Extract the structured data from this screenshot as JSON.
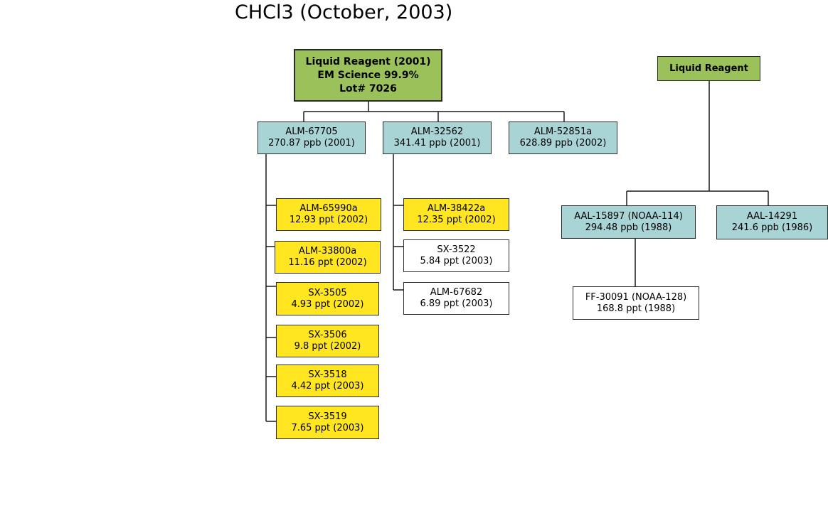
{
  "title": "CHCl3 (October, 2003)",
  "colors": {
    "reagent": "#9bc15a",
    "primary": "#a9d4d6",
    "secondary": "#ffe620",
    "tertiary": "#ffffff"
  },
  "left_tree": {
    "root": {
      "line1": "Liquid Reagent (2001)",
      "line2": "EM Science 99.9%",
      "line3": "Lot# 7026"
    },
    "primaries": [
      {
        "id": "ALM-67705",
        "value": "270.87 ppb (2001)"
      },
      {
        "id": "ALM-32562",
        "value": "341.41 ppb (2001)"
      },
      {
        "id": "ALM-52851a",
        "value": "628.89 ppb (2002)"
      }
    ],
    "col1": [
      {
        "id": "ALM-65990a",
        "value": "12.93 ppt (2002)"
      },
      {
        "id": "ALM-33800a",
        "value": "11.16 ppt (2002)"
      },
      {
        "id": "SX-3505",
        "value": "4.93 ppt (2002)"
      },
      {
        "id": "SX-3506",
        "value": "9.8 ppt (2002)"
      },
      {
        "id": "SX-3518",
        "value": "4.42 ppt (2003)"
      },
      {
        "id": "SX-3519",
        "value": "7.65 ppt (2003)"
      }
    ],
    "col2": [
      {
        "id": "ALM-38422a",
        "value": "12.35 ppt (2002)"
      },
      {
        "id": "SX-3522",
        "value": "5.84 ppt (2003)"
      },
      {
        "id": "ALM-67682",
        "value": "6.89 ppt (2003)"
      }
    ]
  },
  "right_tree": {
    "root": "Liquid Reagent",
    "children": [
      {
        "id": "AAL-15897 (NOAA-114)",
        "value": "294.48 ppb (1988)"
      },
      {
        "id": "AAL-14291",
        "value": "241.6 ppb (1986)"
      }
    ],
    "grandchild": {
      "id": "FF-30091 (NOAA-128)",
      "value": "168.8 ppt (1988)"
    }
  }
}
